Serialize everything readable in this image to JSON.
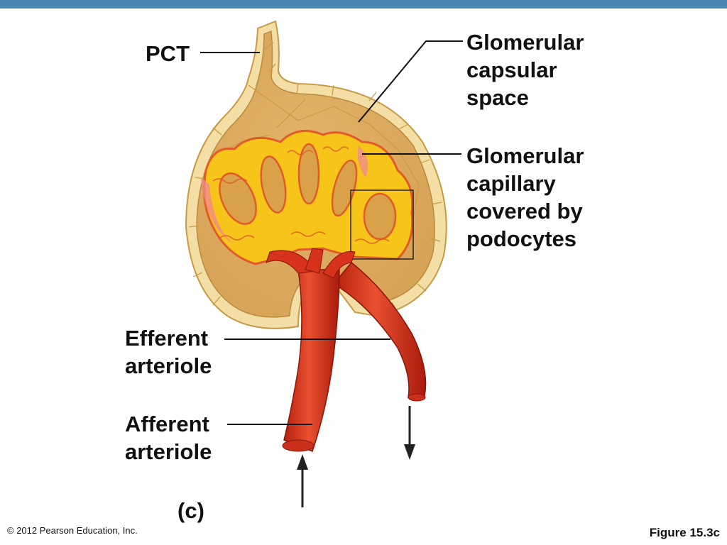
{
  "labels": {
    "pct": "PCT",
    "capsular_space": [
      "Glomerular",
      "capsular",
      "space"
    ],
    "capillary": [
      "Glomerular",
      "capillary",
      "covered by",
      "podocytes"
    ],
    "efferent": [
      "Efferent",
      "arteriole"
    ],
    "afferent": [
      "Afferent",
      "arteriole"
    ],
    "panel": "(c)"
  },
  "footer": {
    "copyright": "© 2012 Pearson Education, Inc.",
    "figure": "Figure 15.3c"
  },
  "colors": {
    "top_bar": "#4a86b4",
    "capsule": "#f2dca0",
    "capsule_inner": "#e3b86c",
    "capillary": "#f7c51a",
    "podocyte_outline": "#e25a2a",
    "vessel": "#d6321c"
  }
}
